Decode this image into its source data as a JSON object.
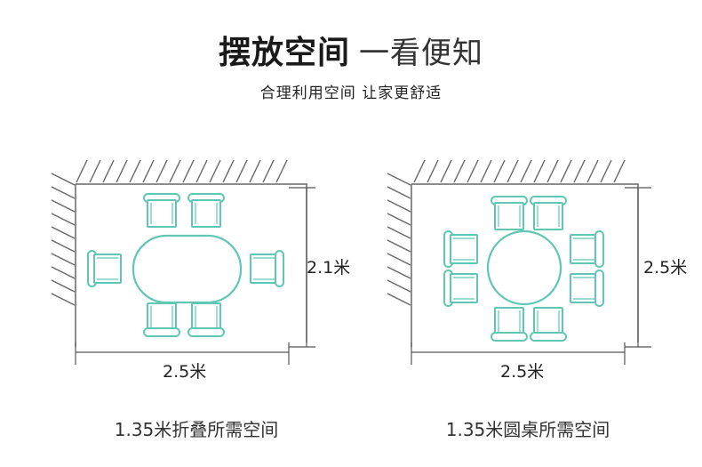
{
  "header": {
    "title_bold": "摆放空间",
    "title_light": "一看便知",
    "subtitle": "合理利用空间 让家更舒适"
  },
  "left_plan": {
    "height_label": "2.1米",
    "width_label": "2.5米",
    "caption": "1.35米折叠所需空间"
  },
  "right_plan": {
    "height_label": "2.5米",
    "width_label": "2.5米",
    "caption": "1.35米圆桌所需空间"
  },
  "colors": {
    "furniture": "#5fc7b3",
    "wall": "#666666",
    "dimension": "#555555"
  }
}
